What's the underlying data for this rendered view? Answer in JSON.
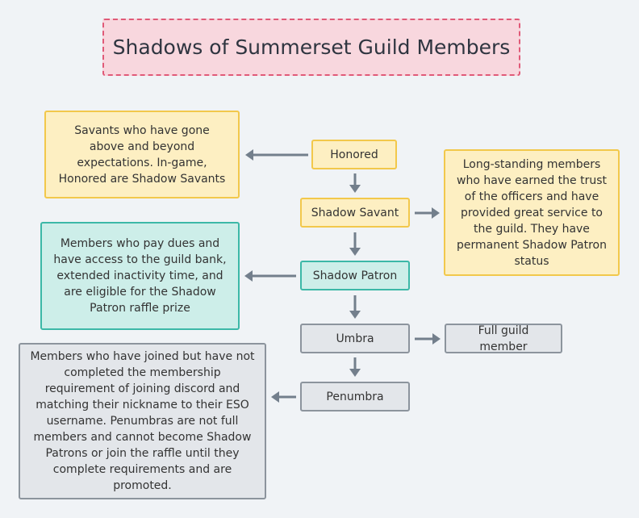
{
  "title": "Shadows of Summerset Guild Members",
  "nodes": {
    "honored": "Honored",
    "shadow_savant": "Shadow Savant",
    "shadow_patron": "Shadow Patron",
    "umbra": "Umbra",
    "penumbra": "Penumbra"
  },
  "descriptions": {
    "honored": "Savants who have gone above and beyond expectations. In-game, Honored are Shadow Savants",
    "shadow_savant": "Long-standing members who have earned the trust of the officers and have provided great service to the guild. They have permanent Shadow Patron status",
    "shadow_patron": "Members who pay dues and have access to the guild bank, extended inactivity time, and are eligible for the Shadow Patron raffle prize",
    "umbra": "Full guild member",
    "penumbra": "Members who have joined but have not completed the membership requirement of joining discord and matching their nickname to their ESO username. Penumbras are not full members and cannot become Shadow Patrons or join the raffle until they complete requirements and are promoted."
  },
  "colors": {
    "title_fill": "#f8d7de",
    "title_border": "#e05a78",
    "yellow_fill": "#fdefc2",
    "yellow_border": "#f2c84b",
    "teal_fill": "#cdeee9",
    "teal_border": "#3cb8a7",
    "grey_fill": "#e3e6ea",
    "grey_border": "#8c949d",
    "arrow": "#737f8c"
  }
}
